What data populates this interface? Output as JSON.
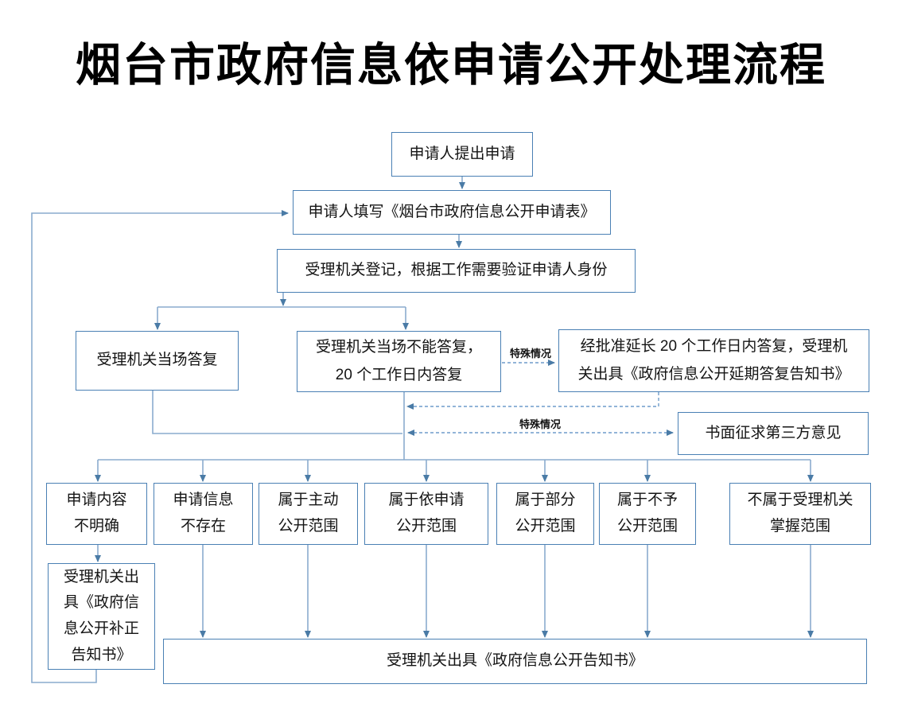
{
  "title": "烟台市政府信息依申请公开处理流程",
  "labels": {
    "special_case_1": "特殊情况",
    "special_case_2": "特殊情况"
  },
  "colors": {
    "box_border": "#4a80b4",
    "line_solid": "#8aabce",
    "line_dashed": "#6f9ccb",
    "arrowhead": "#4a7ba6"
  },
  "boxes": {
    "apply": {
      "lines": [
        "申请人提出申请"
      ]
    },
    "fill_form": {
      "lines": [
        "申请人填写《烟台市政府信息公开申请表》"
      ]
    },
    "register": {
      "lines": [
        "受理机关登记，根据工作需要验证申请人身份"
      ]
    },
    "onsite_reply": {
      "lines": [
        "受理机关当场答复"
      ]
    },
    "delayed_reply": {
      "lines": [
        "受理机关当场不能答复，",
        "20 个工作日内答复"
      ]
    },
    "extended_reply": {
      "lines": [
        "经批准延长 20 个工作日内答复，受理机",
        "关出具《政府信息公开延期答复告知书》"
      ]
    },
    "third_party": {
      "lines": [
        "书面征求第三方意见"
      ]
    },
    "unclear": {
      "lines": [
        "申请内容",
        "不明确"
      ]
    },
    "not_exist": {
      "lines": [
        "申请信息",
        "不存在"
      ]
    },
    "proactive": {
      "lines": [
        "属于主动",
        "公开范围"
      ]
    },
    "on_request": {
      "lines": [
        "属于依申请",
        "公开范围"
      ]
    },
    "partial": {
      "lines": [
        "属于部分",
        "公开范围"
      ]
    },
    "refuse": {
      "lines": [
        "属于不予",
        "公开范围"
      ]
    },
    "not_held": {
      "lines": [
        "不属于受理机关",
        "掌握范围"
      ]
    },
    "supplement": {
      "lines": [
        "受理机关出",
        "具《政府信",
        "息公开补正",
        "告知书》"
      ]
    },
    "final_notice": {
      "lines": [
        "受理机关出具《政府信息公开告知书》"
      ]
    }
  }
}
